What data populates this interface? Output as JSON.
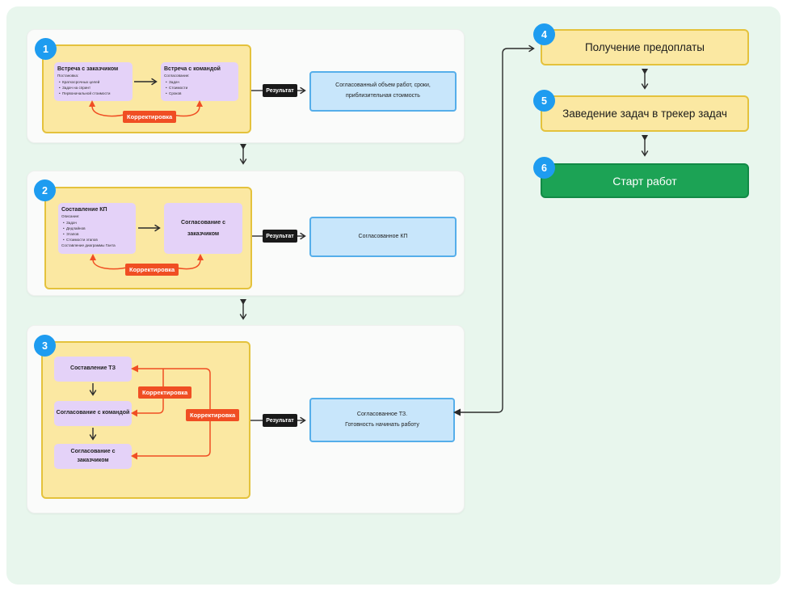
{
  "labels": {
    "result": "Результат",
    "correction": "Корректировка"
  },
  "sections": [
    {
      "number": "1",
      "steps": [
        {
          "title": "Встреча с заказчиком",
          "subtitle": "Постановка:",
          "bullets": [
            "Краткосрочных целей",
            "Задач на спринт",
            "Первоначальной стоимости"
          ]
        },
        {
          "title": "Встреча с командой",
          "subtitle": "Согласование:",
          "bullets": [
            "Задач",
            "Стоимости",
            "Сроков"
          ]
        }
      ],
      "result_lines": [
        "Согласованный объем работ, сроки,",
        "приблизительная стоимость"
      ]
    },
    {
      "number": "2",
      "steps": [
        {
          "title": "Составление КП",
          "subtitle": "Описание:",
          "bullets": [
            "Задач",
            "Дедлайнов",
            "Этапов",
            "Стоимости этапов"
          ],
          "footer": "Составление диаграммы Ганта"
        },
        {
          "title": "Согласование с заказчиком"
        }
      ],
      "result_lines": [
        "Согласованное КП"
      ]
    },
    {
      "number": "3",
      "steps": [
        {
          "title": "Составление ТЗ"
        },
        {
          "title": "Согласование с командой"
        },
        {
          "title": "Согласование с заказчиком"
        }
      ],
      "result_lines": [
        "Согласованное ТЗ.",
        "Готовность начинать работу"
      ]
    }
  ],
  "final_steps": [
    {
      "number": "4",
      "label": "Получение предоплаты",
      "type": "yellow"
    },
    {
      "number": "5",
      "label": "Заведение задач в трекер задач",
      "type": "yellow"
    },
    {
      "number": "6",
      "label": "Старт работ",
      "type": "green"
    }
  ],
  "colors": {
    "canvas": "#e8f6ed",
    "card": "#fafbfa",
    "yellow_fill": "#fbe8a2",
    "yellow_border": "#e4c23c",
    "purple_fill": "#e4d2f8",
    "blue_fill": "#c8e6fb",
    "blue_border": "#55aeea",
    "green_fill": "#1ca355",
    "red_accent": "#f04e23",
    "black_label": "#191919",
    "number_circle": "#1e9cf0"
  }
}
